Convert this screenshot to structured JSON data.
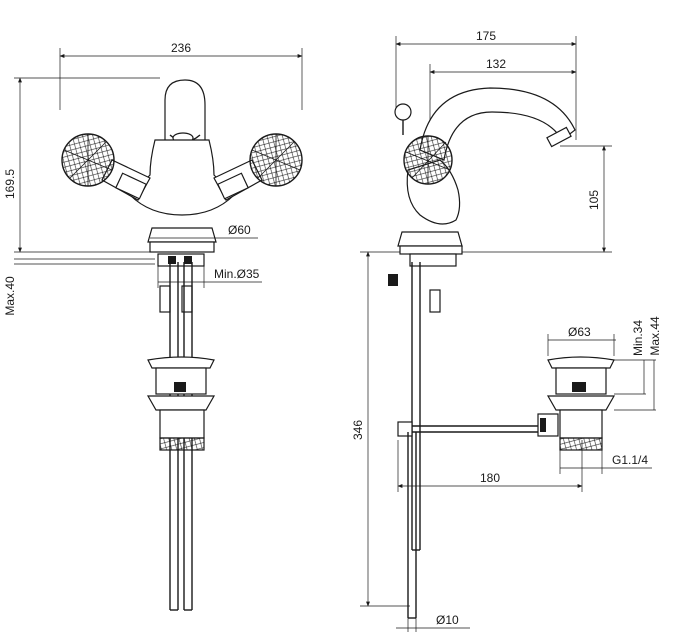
{
  "dimensions": {
    "front_width": "236",
    "front_height": "169.5",
    "front_max": "Max.40",
    "front_base_dia": "Ø60",
    "front_hole_min": "Min.Ø35",
    "side_total": "175",
    "side_spout": "132",
    "side_height": "105",
    "side_length": "346",
    "side_rod": "180",
    "waste_dia": "Ø63",
    "waste_min": "Min.34",
    "waste_max": "Max.44",
    "waste_thread": "G1.1/4",
    "rod_dia": "Ø10"
  }
}
